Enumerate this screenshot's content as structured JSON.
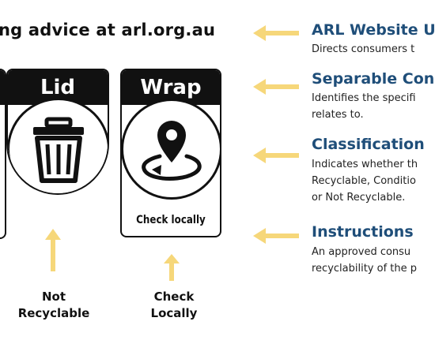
{
  "header": {
    "text": "ng advice at arl.org.au"
  },
  "cards": {
    "lid": {
      "title": "Lid",
      "icon": "trash-bin-icon"
    },
    "wrap": {
      "title": "Wrap",
      "icon": "location-pin-icon",
      "sublabel": "Check locally"
    }
  },
  "below_labels": {
    "lid": [
      "Not",
      "Recyclable"
    ],
    "wrap": [
      "Check",
      "Locally"
    ]
  },
  "annotations": [
    {
      "title": "ARL Website U",
      "lines": [
        "Directs consumers t"
      ]
    },
    {
      "title": "Separable Con",
      "lines": [
        "Identifies the specifi",
        "relates to."
      ]
    },
    {
      "title": "Classification",
      "lines": [
        "Indicates whether th",
        "Recyclable, Conditio",
        "or Not Recyclable."
      ]
    },
    {
      "title": "Instructions",
      "lines": [
        "An approved consu",
        "recyclability of the p"
      ]
    }
  ],
  "colors": {
    "arrow": "#f6d77a",
    "title": "#1f4e79",
    "ink": "#111111"
  }
}
